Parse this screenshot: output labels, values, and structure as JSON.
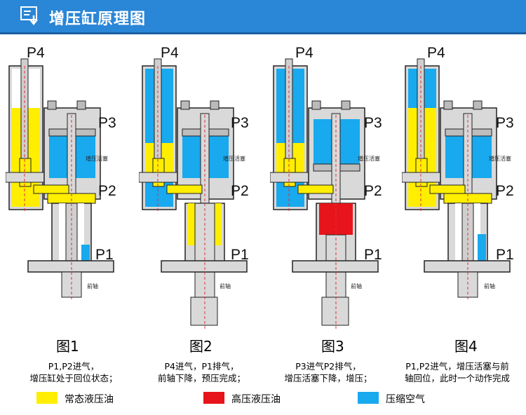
{
  "header": {
    "title": "增压缸原理图"
  },
  "ports": {
    "p1": "P1",
    "p2": "P2",
    "p3": "P3",
    "p4": "P4"
  },
  "parts": {
    "booster_piston": "增压活塞",
    "front_shaft": "前轴"
  },
  "figures": [
    {
      "label": "图1",
      "desc_line1": "P1,P2进气，",
      "desc_line2": "增压缸处于回位状态；"
    },
    {
      "label": "图2",
      "desc_line1": "P4进气，P1排气，",
      "desc_line2": "前轴下降，预压完成；"
    },
    {
      "label": "图3",
      "desc_line1": "P3进气P2排气，",
      "desc_line2": "增压活塞下降，增压；"
    },
    {
      "label": "图4",
      "desc_line1": "P1,P2进气，增压活塞与前",
      "desc_line2": "轴回位，此时一个动作完成"
    }
  ],
  "legend": [
    {
      "label": "常态液压油",
      "color": "#ffee00"
    },
    {
      "label": "高压液压油",
      "color": "#e8141b"
    },
    {
      "label": "压缩空气",
      "color": "#18a9ee"
    }
  ],
  "colors": {
    "header_bg": "#2a86d6",
    "metal": "#d9d9d9",
    "outline": "#222222",
    "air": "#18a9ee",
    "oil": "#ffee00",
    "high_pressure_oil": "#e8141b"
  }
}
